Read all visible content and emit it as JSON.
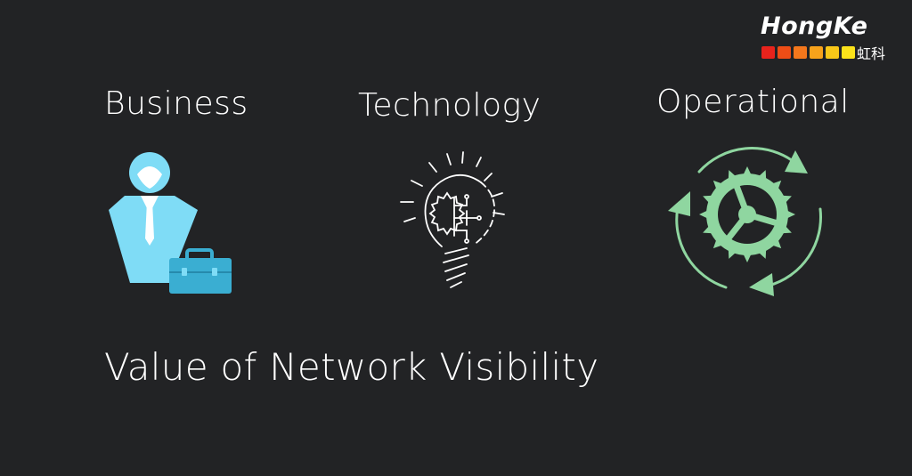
{
  "logo": {
    "brand": "HongKe",
    "chinese": "虹科",
    "square_colors": [
      "#e8231c",
      "#ee4d16",
      "#f3771c",
      "#f7a21b",
      "#f9c718",
      "#fbe21a"
    ]
  },
  "columns": [
    {
      "label": "Business",
      "icon": "businessman-briefcase-icon",
      "color": "#7fdcf6"
    },
    {
      "label": "Technology",
      "icon": "lightbulb-gear-icon",
      "color": "#ffffff"
    },
    {
      "label": "Operational",
      "icon": "gear-cycle-icon",
      "color": "#8fd6a0"
    }
  ],
  "headline": "Value of Network Visibility"
}
